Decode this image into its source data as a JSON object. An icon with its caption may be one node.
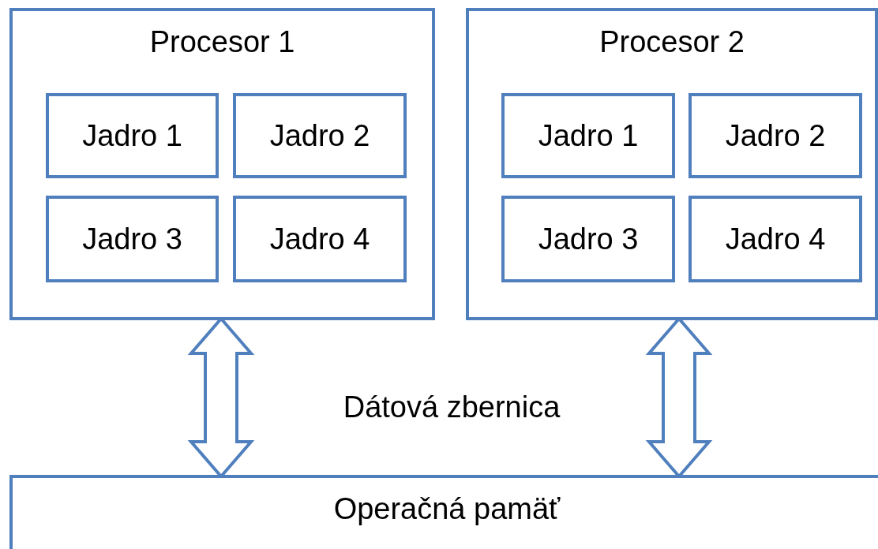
{
  "diagram": {
    "nodes": [
      {
        "text": [
          "Procesor 1"
        ]
      },
      {
        "text": [
          "Jadro 1"
        ],
        "in": 0
      },
      {
        "text": [
          "Jadro 2"
        ],
        "in": 0
      },
      {
        "text": [
          "Jadro 3"
        ],
        "in": 0
      },
      {
        "text": [
          "Jadro 4"
        ],
        "in": 0
      },
      {
        "text": [
          "Procesor 2"
        ]
      },
      {
        "text": [
          "Jadro 1"
        ],
        "in": 5
      },
      {
        "text": [
          "Jadro 2"
        ],
        "in": 5
      },
      {
        "text": [
          "Jadro 3"
        ],
        "in": 5
      },
      {
        "text": [
          "Jadro 4"
        ],
        "in": 5
      },
      {
        "text": [
          "Operačná pamäť"
        ]
      }
    ],
    "edges": [
      {
        "from": 0,
        "to": 10,
        "arrow": "both",
        "style": "thick"
      },
      {
        "from": 5,
        "to": 10,
        "arrow": "both",
        "style": "thick"
      }
    ],
    "labels": [
      "Dátová zbernica"
    ]
  }
}
